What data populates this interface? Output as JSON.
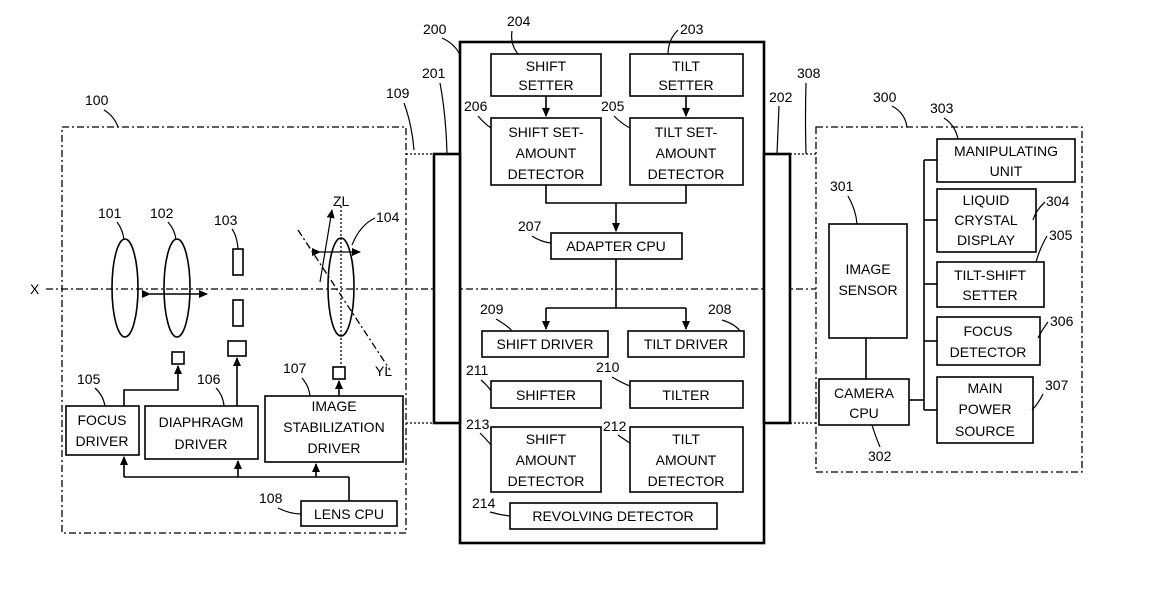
{
  "axis": {
    "x": "X",
    "zl": "ZL",
    "yl": "YL"
  },
  "refs": {
    "r100": "100",
    "r101": "101",
    "r102": "102",
    "r103": "103",
    "r104": "104",
    "r105": "105",
    "r106": "106",
    "r107": "107",
    "r108": "108",
    "r109": "109",
    "r200": "200",
    "r201": "201",
    "r202": "202",
    "r203": "203",
    "r204": "204",
    "r205": "205",
    "r206": "206",
    "r207": "207",
    "r208": "208",
    "r209": "209",
    "r210": "210",
    "r211": "211",
    "r212": "212",
    "r213": "213",
    "r214": "214",
    "r300": "300",
    "r301": "301",
    "r302": "302",
    "r303": "303",
    "r304": "304",
    "r305": "305",
    "r306": "306",
    "r307": "307",
    "r308": "308"
  },
  "lens": {
    "focus_driver": [
      "FOCUS",
      "DRIVER"
    ],
    "diaphragm_driver": [
      "DIAPHRAGM",
      "DRIVER"
    ],
    "image_stabilization_driver": [
      "IMAGE",
      "STABILIZATION",
      "DRIVER"
    ],
    "lens_cpu": "LENS CPU"
  },
  "adapter": {
    "shift_setter": [
      "SHIFT",
      "SETTER"
    ],
    "tilt_setter": [
      "TILT",
      "SETTER"
    ],
    "shift_set_amount_detector": [
      "SHIFT SET-",
      "AMOUNT",
      "DETECTOR"
    ],
    "tilt_set_amount_detector": [
      "TILT SET-",
      "AMOUNT",
      "DETECTOR"
    ],
    "adapter_cpu": "ADAPTER CPU",
    "shift_driver": "SHIFT DRIVER",
    "tilt_driver": "TILT DRIVER",
    "shifter": "SHIFTER",
    "tilter": "TILTER",
    "shift_amount_detector": [
      "SHIFT",
      "AMOUNT",
      "DETECTOR"
    ],
    "tilt_amount_detector": [
      "TILT",
      "AMOUNT",
      "DETECTOR"
    ],
    "revolving_detector": "REVOLVING DETECTOR"
  },
  "camera": {
    "manipulating_unit": [
      "MANIPULATING",
      "UNIT"
    ],
    "liquid_crystal_display": [
      "LIQUID",
      "CRYSTAL",
      "DISPLAY"
    ],
    "tilt_shift_setter": [
      "TILT-SHIFT",
      "SETTER"
    ],
    "focus_detector": [
      "FOCUS",
      "DETECTOR"
    ],
    "main_power_source": [
      "MAIN",
      "POWER",
      "SOURCE"
    ],
    "image_sensor": [
      "IMAGE",
      "SENSOR"
    ],
    "camera_cpu": [
      "CAMERA",
      "CPU"
    ]
  }
}
